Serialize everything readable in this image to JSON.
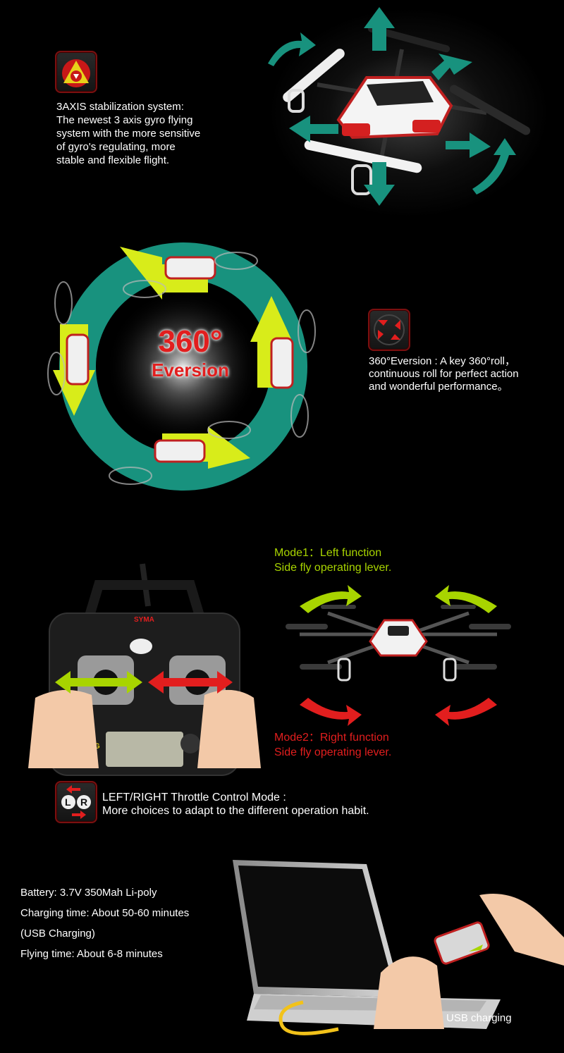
{
  "gyro": {
    "icon": "triangle-gyro-icon",
    "lines": [
      "3AXIS stabilization system:",
      "The newest 3 axis gyro flying",
      "system with the more sensitive",
      "of gyro's regulating, more",
      "stable and flexible flight."
    ]
  },
  "eversion": {
    "badge_line1": "360°",
    "badge_line2": "Eversion",
    "icon": "rotate-arrows-icon",
    "lines": [
      "360°Eversion : A key 360°roll，",
      "continuous roll for perfect action",
      "and wonderful performance。"
    ]
  },
  "modes": {
    "mode1_title": "Mode1：Left function",
    "mode1_sub": "Side fly operating lever.",
    "mode2_title": "Mode2：Right function",
    "mode2_sub": "Side fly operating lever.",
    "controller_brand": "SYMA",
    "controller_band": "2.4G",
    "mode1_color": "#a8d400",
    "mode2_color": "#e21e1e"
  },
  "throttle": {
    "icon": "left-right-icon",
    "icon_left": "L",
    "icon_right": "R",
    "title": "LEFT/RIGHT Throttle Control Mode :",
    "desc": "More choices to adapt to the different operation habit."
  },
  "battery": {
    "lines": [
      "Battery: 3.7V 350Mah Li-poly",
      "Charging time: About 50-60 minutes",
      "(USB Charging)",
      "Flying time: About 6-8 minutes"
    ],
    "usb_label": "USB charging"
  },
  "colors": {
    "teal_arrow": "#18927e",
    "yellow_arrow": "#d8ec1a",
    "accent_red": "#e21e1e",
    "green": "#a8d400"
  }
}
